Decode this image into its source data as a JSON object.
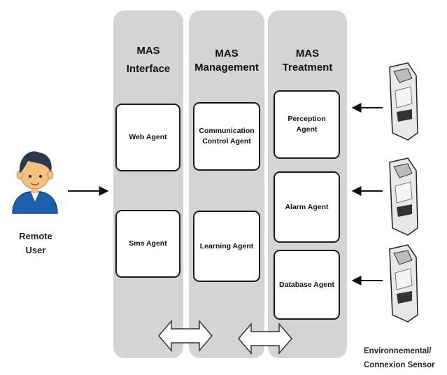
{
  "columns": {
    "interface": {
      "title_line1": "MAS",
      "title_line2": "Interface"
    },
    "management": {
      "title_line1": "MAS",
      "title_line2": "Management"
    },
    "treatment": {
      "title_line1": "MAS",
      "title_line2": "Treatment"
    }
  },
  "agents": {
    "web": "Web Agent",
    "sms": "Sms Agent",
    "communication_line1": "Communication",
    "communication_line2": "Control Agent",
    "learning": "Learning Agent",
    "perception_line1": "Perception",
    "perception_line2": "Agent",
    "alarm": "Alarm Agent",
    "database": "Database Agent"
  },
  "remote_user": {
    "line1": "Remote",
    "line2": "User"
  },
  "sensor": {
    "line1": "Environnemental/",
    "line2": "Connexion Sensor"
  },
  "colors": {
    "column_bg": "#d4d4d4",
    "agent_border": "#1a1a1a",
    "user_skin": "#f2c17e",
    "user_shirt": "#1f5fb0",
    "user_hair": "#2a3a4a"
  }
}
